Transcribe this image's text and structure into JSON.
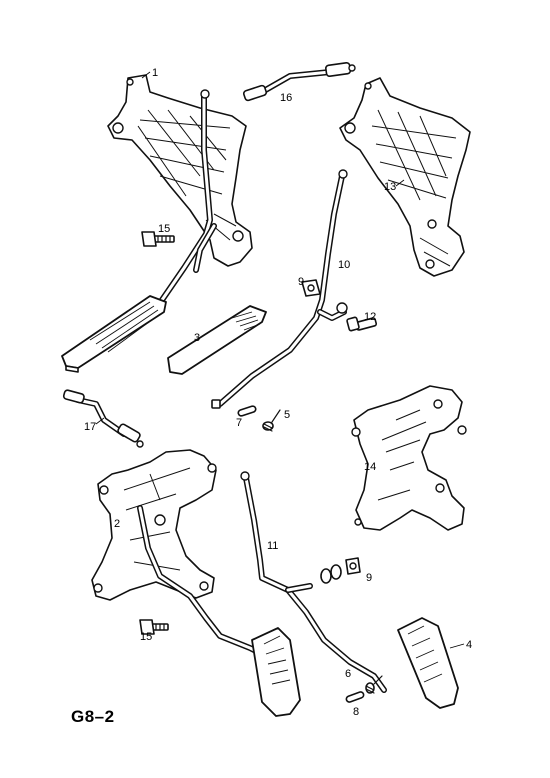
{
  "figure": {
    "code": "G8–2"
  },
  "callouts": [
    {
      "id": "c1",
      "text": "1"
    },
    {
      "id": "c2",
      "text": "2"
    },
    {
      "id": "c3",
      "text": "3"
    },
    {
      "id": "c4",
      "text": "4"
    },
    {
      "id": "c5",
      "text": "5"
    },
    {
      "id": "c6",
      "text": "6"
    },
    {
      "id": "c7",
      "text": "7"
    },
    {
      "id": "c8",
      "text": "8"
    },
    {
      "id": "c9a",
      "text": "9"
    },
    {
      "id": "c9b",
      "text": "9"
    },
    {
      "id": "c10",
      "text": "10"
    },
    {
      "id": "c11",
      "text": "11"
    },
    {
      "id": "c12",
      "text": "12"
    },
    {
      "id": "c13",
      "text": "13"
    },
    {
      "id": "c14",
      "text": "14"
    },
    {
      "id": "c15a",
      "text": "15"
    },
    {
      "id": "c15b",
      "text": "15"
    },
    {
      "id": "c16",
      "text": "16"
    },
    {
      "id": "c17",
      "text": "17"
    }
  ]
}
